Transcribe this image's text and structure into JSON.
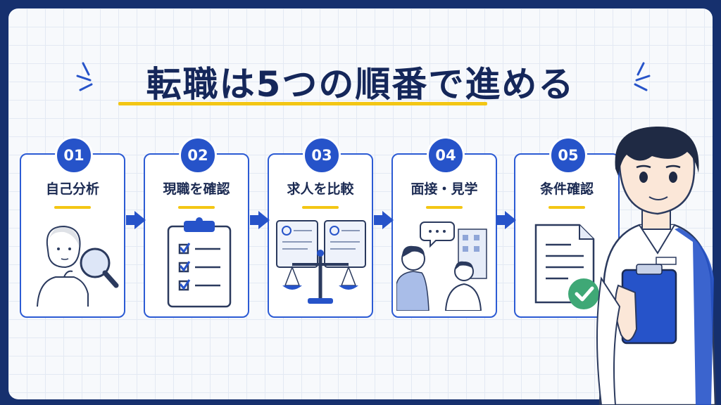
{
  "title": "転職は5つの順番で進める",
  "steps": [
    {
      "number": "01",
      "label": "自己分析",
      "icon": "self-analysis-icon"
    },
    {
      "number": "02",
      "label": "現職を確認",
      "icon": "clipboard-checklist-icon"
    },
    {
      "number": "03",
      "label": "求人を比較",
      "icon": "balance-scale-icon"
    },
    {
      "number": "04",
      "label": "面接・見学",
      "icon": "interview-icon"
    },
    {
      "number": "05",
      "label": "条件確認",
      "icon": "document-check-icon"
    }
  ],
  "colors": {
    "background": "#16306e",
    "accent": "#2653c9",
    "highlight": "#f3c614",
    "title_text": "#15275a"
  }
}
